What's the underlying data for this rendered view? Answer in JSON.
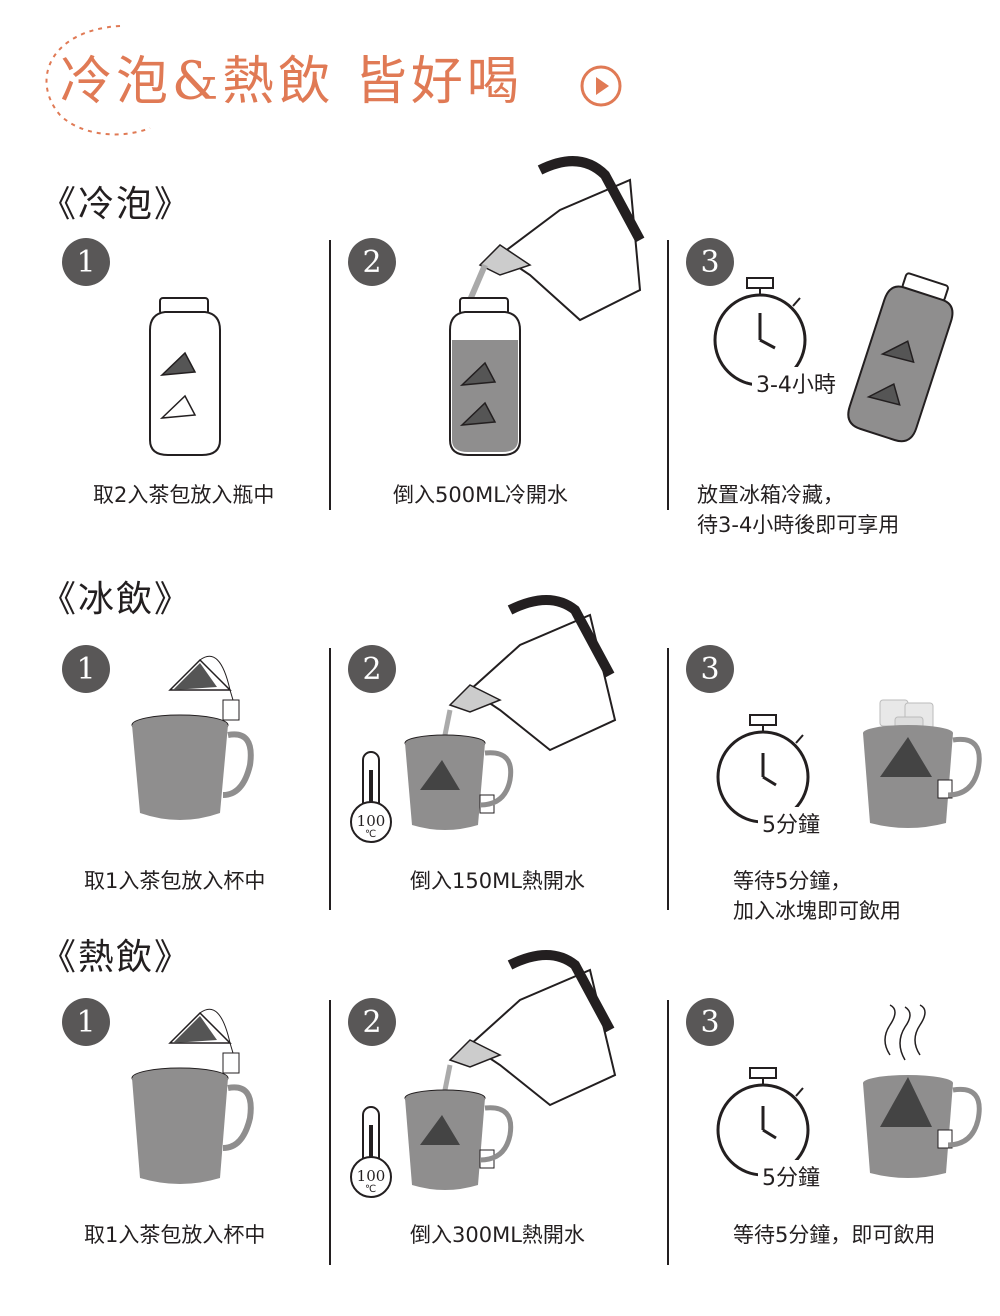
{
  "header": {
    "title": "冷泡&熱飲 皆好喝"
  },
  "sections": [
    {
      "title": "《冷泡》",
      "steps": [
        {
          "num": "1",
          "caption": [
            "取2入茶包放入瓶中"
          ]
        },
        {
          "num": "2",
          "caption": [
            "倒入500ML冷開水"
          ]
        },
        {
          "num": "3",
          "caption": [
            "放置冰箱冷藏，",
            "待3-4小時後即可享用"
          ],
          "timer": "3-4小時"
        }
      ]
    },
    {
      "title": "《冰飲》",
      "steps": [
        {
          "num": "1",
          "caption": [
            "取1入茶包放入杯中"
          ]
        },
        {
          "num": "2",
          "caption": [
            "倒入150ML熱開水"
          ],
          "thermometer": "100",
          "unit": "℃"
        },
        {
          "num": "3",
          "caption": [
            "等待5分鐘，",
            "加入冰塊即可飲用"
          ],
          "timer": "5分鐘"
        }
      ]
    },
    {
      "title": "《熱飲》",
      "steps": [
        {
          "num": "1",
          "caption": [
            "取1入茶包放入杯中"
          ]
        },
        {
          "num": "2",
          "caption": [
            "倒入300ML熱開水"
          ],
          "thermometer": "100",
          "unit": "℃"
        },
        {
          "num": "3",
          "caption": [
            "等待5分鐘，即可飲用"
          ],
          "timer": "5分鐘"
        }
      ]
    }
  ],
  "colors": {
    "accent": "#e07a55",
    "badge": "#595757",
    "tea": "#8f8e8e",
    "text": "#231f20"
  },
  "icons": [
    "play-icon",
    "bottle-icon",
    "kettle-icon",
    "timer-icon",
    "mug-icon",
    "thermometer-icon",
    "tea-bag-icon",
    "ice-icon",
    "steam-icon"
  ]
}
